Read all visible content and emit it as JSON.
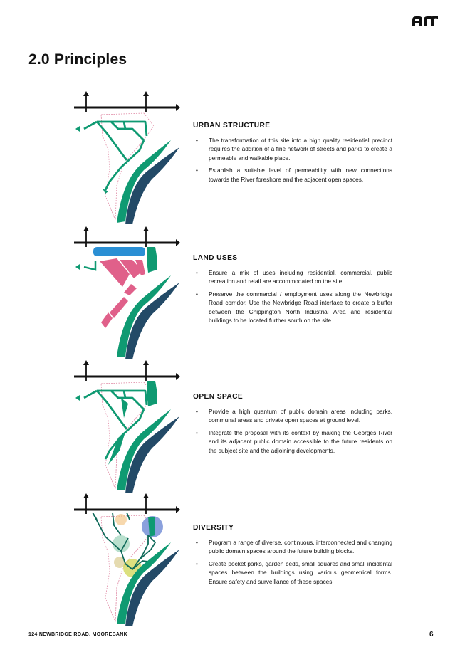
{
  "page_title": "2.0  Principles",
  "icons": [
    "ae-logo-icon",
    "urban-structure-diagram",
    "land-uses-diagram",
    "open-space-diagram",
    "diversity-diagram"
  ],
  "colors": {
    "teal": "#0f9a72",
    "navy": "#234a67",
    "blue": "#2a8fd4",
    "pink": "#e0608a",
    "olive": "#7fae62"
  },
  "sections": [
    {
      "heading": "URBAN  STRUCTURE",
      "bullets": [
        "The transformation of this site into a high quality residential precinct requires the addition of a fine network of streets and parks to create a permeable and walkable place.",
        "Establish a suitable level of permeability with new connections towards the River foreshore and the adjacent open spaces."
      ]
    },
    {
      "heading": "LAND USES",
      "bullets": [
        "Ensure a mix of uses including residential, commercial, public recreation and retail are accommodated on the site.",
        "Preserve the commercial / employment uses along the Newbridge Road corridor.  Use the Newbridge Road interface to create a buffer between the Chippington North Industrial Area and residential buildings to be located further south on the site."
      ]
    },
    {
      "heading": "OPEN SPACE",
      "bullets": [
        "Provide a high quantum of public domain areas including parks, communal areas and private open spaces at ground level.",
        "Integrate the proposal with its context by making the Georges River and its adjacent public domain accessible to the future residents on the subject site and the adjoining developments."
      ]
    },
    {
      "heading": "DIVERSITY",
      "bullets": [
        "Program a range of diverse, continuous, interconnected and changing public domain spaces around the future building blocks.",
        "Create pocket parks, garden beds, small squares and small incidental spaces between the buildings using various geometrical forms.  Ensure safety and surveillance of these spaces."
      ]
    }
  ],
  "footer": {
    "project": "124 NEWBRIDGE ROAD. MOOREBANK",
    "page_number": "6"
  }
}
